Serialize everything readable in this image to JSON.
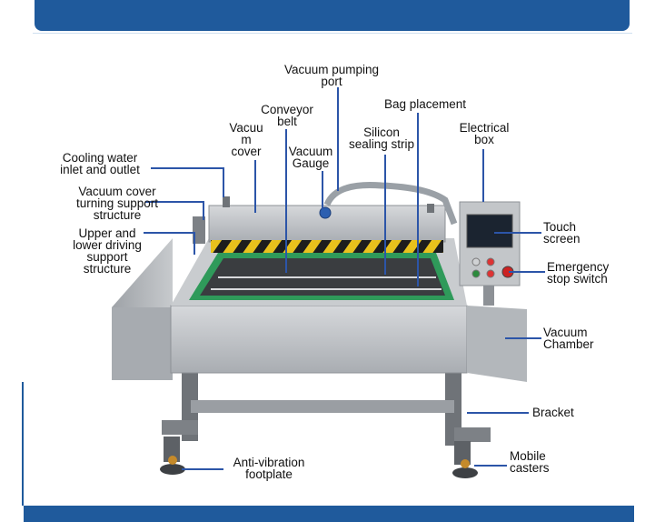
{
  "labels": {
    "vacuum_pumping_port": "Vacuum pumping\nport",
    "conveyor_belt": "Conveyor\nbelt",
    "bag_placement": "Bag placement",
    "vacuum_cover": "Vacuu\nm\ncover",
    "vacuum_gauge": "Vacuum\nGauge",
    "silicon_sealing_strip": "Silicon\nsealing strip",
    "electrical_box": "Electrical\nbox",
    "cooling_water": "Cooling water\ninlet and outlet",
    "turning_support": "Vacuum cover\nturning support\nstructure",
    "driving_support": "Upper and\nlower driving\nsupport\nstructure",
    "touch_screen": "Touch\nscreen",
    "emergency_stop": "Emergency\nstop switch",
    "vacuum_chamber": "Vacuum\nChamber",
    "bracket": "Bracket",
    "anti_vibration": "Anti-vibration\nfootplate",
    "mobile_casters": "Mobile\ncasters"
  },
  "colors": {
    "brand_blue": "#1f5a9c",
    "leader_line": "#2c55a8",
    "steel": "#b9bcc0",
    "steel_dark": "#8d9196",
    "belt_green": "#2f9a5a",
    "hazard_yellow": "#e8c11c"
  }
}
